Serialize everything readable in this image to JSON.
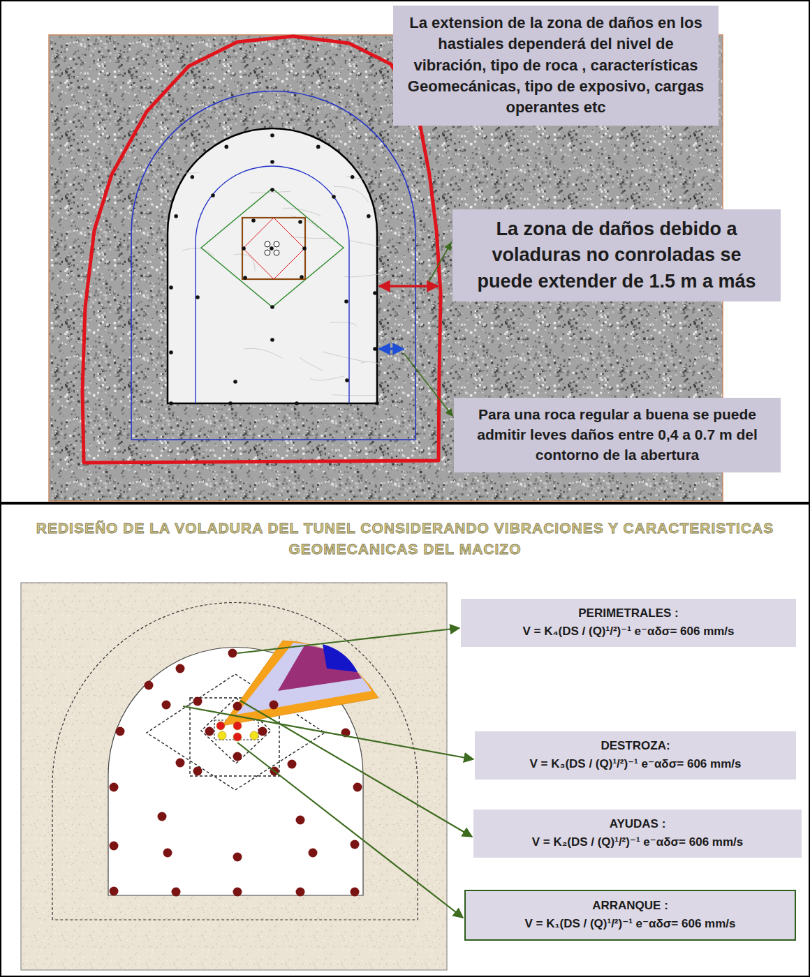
{
  "diagram": {
    "title": "REDISEÑO DE LA VOLADURA DEL TUNEL CONSIDERANDO VIBRACIONES Y CARACTERISTICAS GEOMECANICAS DEL MACIZO",
    "nodes": [
      {
        "text": [
          "La extension de la zona de daños en los hastiales dependerá del nivel de vibración, tipo de roca , características Geomecánicas, tipo de exposivo, cargas operantes etc"
        ]
      },
      {
        "text": [
          "La zona de daños debido a voladuras no conroladas se puede extender de 1.5 m a más"
        ]
      },
      {
        "text": [
          "Para una roca regular a buena se puede admitir leves daños entre 0,4 a 0.7 m del contorno de la abertura"
        ]
      },
      {
        "text": [
          "PERIMETRALES :",
          "V = K₄(DS / (Q)¹/²)⁻¹ e⁻αδσ= 606 mm/s"
        ]
      },
      {
        "text": [
          "DESTROZA:",
          "V = K₃(DS / (Q)¹/²)⁻¹ e⁻αδσ= 606 mm/s"
        ]
      },
      {
        "text": [
          "AYUDAS :",
          "V = K₂(DS / (Q)¹/²)⁻¹ e⁻αδσ= 606 mm/s"
        ]
      },
      {
        "text": [
          "ARRANQUE :",
          "V = K₁(DS / (Q)¹/²)⁻¹ e⁻αδσ= 606 mm/s"
        ]
      }
    ],
    "edges": []
  }
}
